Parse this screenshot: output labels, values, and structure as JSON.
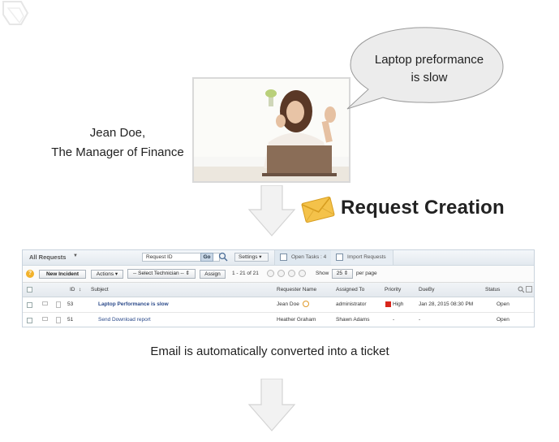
{
  "person": {
    "name": "Jean Doe,",
    "role": "The Manager of Finance"
  },
  "bubble": {
    "line1": "Laptop preformance",
    "line2": "is slow"
  },
  "stage": {
    "title": "Request Creation",
    "icon": "envelope-icon"
  },
  "helpdesk": {
    "view_label": "All Requests",
    "search_placeholder": "Request ID",
    "go_label": "Go",
    "settings_label": "Settings",
    "open_tasks": "Open Tasks : 4",
    "import_requests": "Import Requests",
    "new_incident": "New Incident",
    "actions_label": "Actions",
    "technician_select": "-- Select Technician --",
    "assign_label": "Assign",
    "pagination": "1 - 21 of 21",
    "show_label": "Show",
    "per_page_value": "25",
    "per_page_label": "per page",
    "columns": [
      "ID",
      "Subject",
      "Requester Name",
      "Assigned To",
      "Priority",
      "DueBy",
      "Status"
    ],
    "rows": [
      {
        "id": "53",
        "subject": "Laptop Performance is slow",
        "requester": "Jean Doe",
        "assigned": "administrator",
        "priority": "High",
        "due": "Jan 28, 2015 08:30 PM",
        "status": "Open"
      },
      {
        "id": "51",
        "subject": "Send Download report",
        "requester": "Heather Graham",
        "assigned": "Shawn Adams",
        "priority": "-",
        "due": "-",
        "status": "Open"
      }
    ],
    "priority_color": "#d8261c"
  },
  "caption": "Email is automatically converted into a ticket"
}
